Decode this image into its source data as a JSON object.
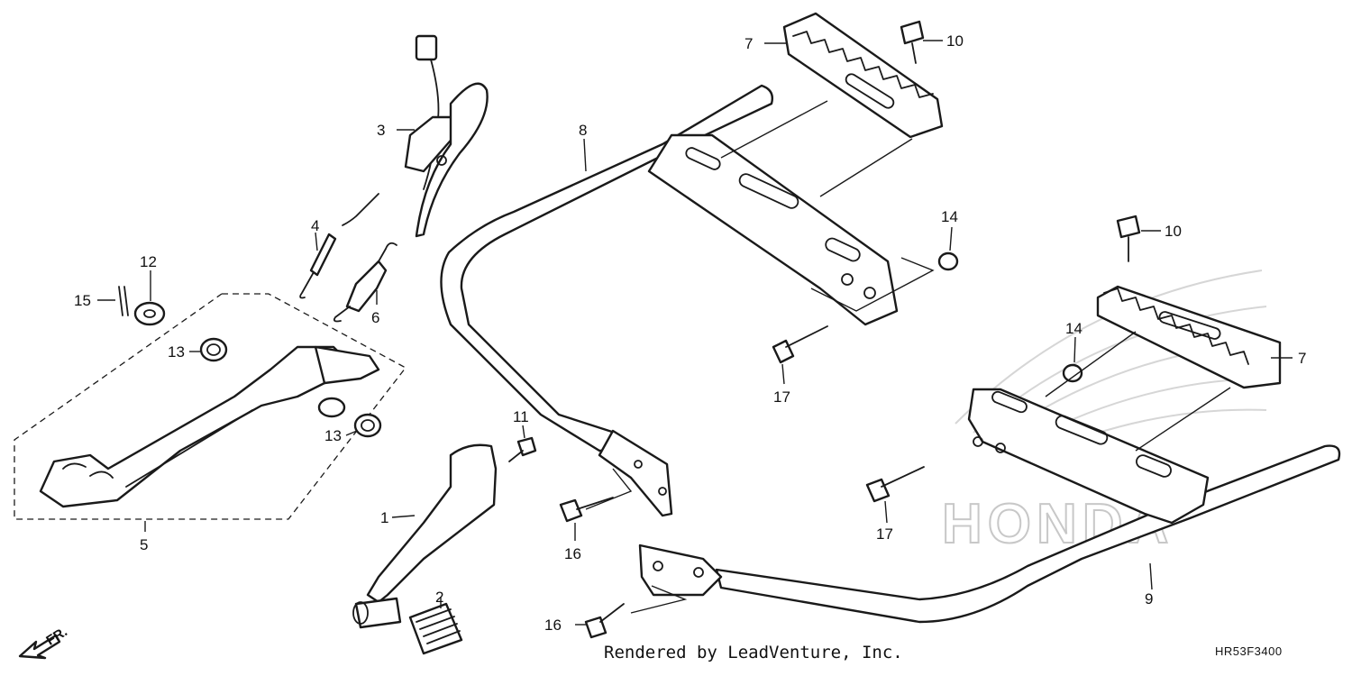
{
  "callouts": {
    "c1": "1",
    "c2": "2",
    "c3": "3",
    "c4": "4",
    "c5": "5",
    "c6": "6",
    "c7a": "7",
    "c7b": "7",
    "c8": "8",
    "c9": "9",
    "c10a": "10",
    "c10b": "10",
    "c11": "11",
    "c12": "12",
    "c13a": "13",
    "c13b": "13",
    "c14a": "14",
    "c14b": "14",
    "c15": "15",
    "c16a": "16",
    "c16b": "16",
    "c17a": "17",
    "c17b": "17"
  },
  "front_indicator": "FR.",
  "watermark_text": "HONDA",
  "footer_text": "Rendered by LeadVenture, Inc.",
  "diagram_code": "HR53F3400",
  "colors": {
    "line": "#1a1a1a",
    "watermark": "#c8c8c8",
    "background": "#ffffff"
  }
}
